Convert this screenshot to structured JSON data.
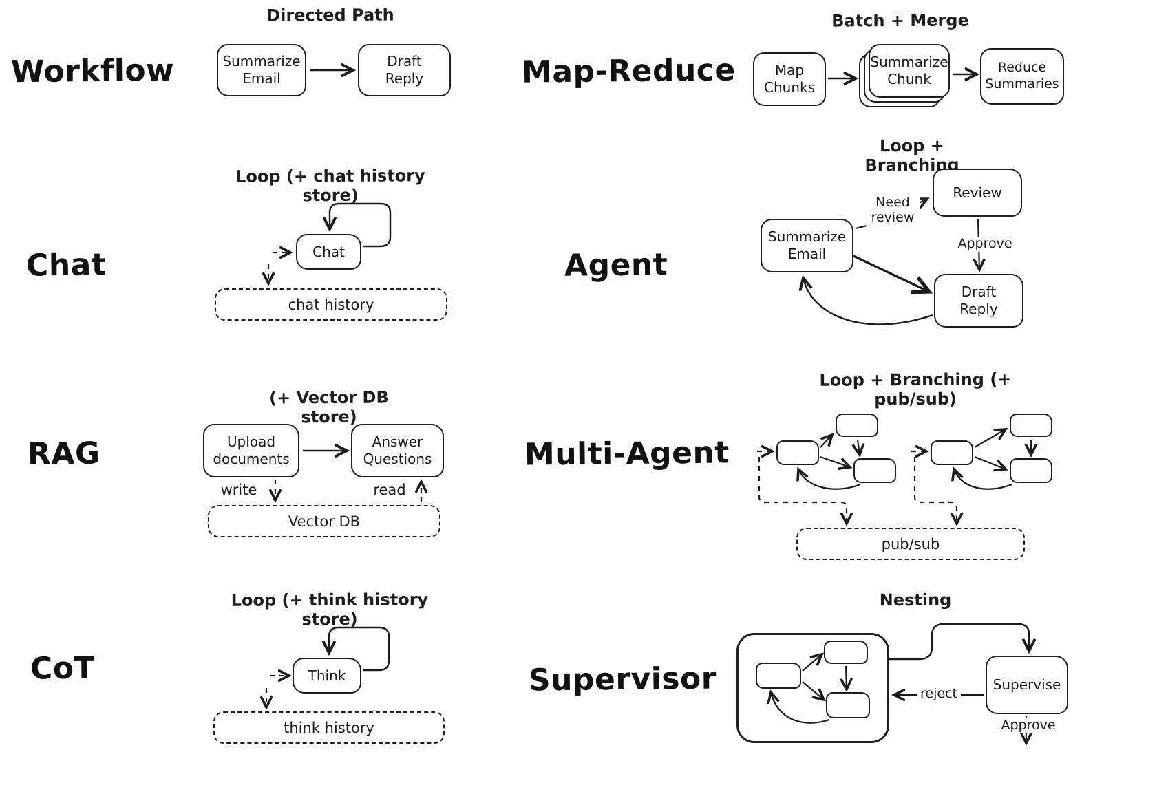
{
  "colors": {
    "ink": "#1b1b1b",
    "bg": "#ffffff"
  },
  "panels": {
    "workflow": {
      "label": "Workflow",
      "title": "Directed Path",
      "box1": "Summarize\nEmail",
      "box2": "Draft\nReply"
    },
    "map_reduce": {
      "label": "Map-Reduce",
      "title": "Batch + Merge",
      "box1": "Map\nChunks",
      "box2": "Summarize\nChunk",
      "box3": "Reduce\nSummaries"
    },
    "chat": {
      "label": "Chat",
      "title": "Loop (+ chat history store)",
      "box1": "Chat",
      "store": "chat history"
    },
    "agent": {
      "label": "Agent",
      "title": "Loop + Branching",
      "box_summarize": "Summarize\nEmail",
      "box_review": "Review",
      "box_draft": "Draft\nReply",
      "edge_need_review": "Need\nreview",
      "edge_approve": "Approve"
    },
    "rag": {
      "label": "RAG",
      "title": "(+ Vector DB store)",
      "box1": "Upload\ndocuments",
      "box2": "Answer\nQuestions",
      "edge_write": "write",
      "edge_read": "read",
      "store": "Vector DB"
    },
    "multi_agent": {
      "label": "Multi-Agent",
      "title": "Loop + Branching (+ pub/sub)",
      "store": "pub/sub"
    },
    "cot": {
      "label": "CoT",
      "title": "Loop (+ think history store)",
      "box1": "Think",
      "store": "think history"
    },
    "supervisor": {
      "label": "Supervisor",
      "title": "Nesting",
      "box_supervise": "Supervise",
      "edge_reject": "reject",
      "edge_approve": "Approve"
    }
  }
}
